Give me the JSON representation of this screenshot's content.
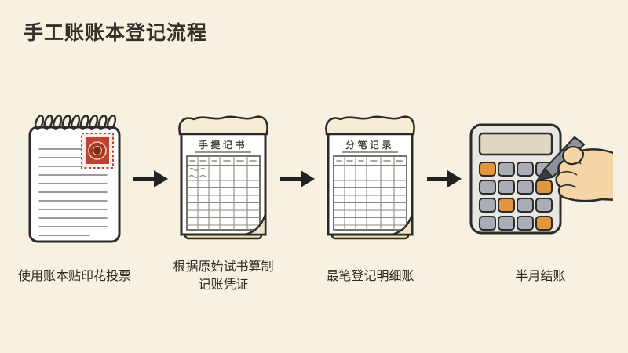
{
  "title": "手工账账本登记流程",
  "steps": [
    {
      "caption_lines": [
        "使用账本贴印花投票"
      ]
    },
    {
      "book_title": "手提记书",
      "caption_lines": [
        "根据原始试书算制",
        "记账凭证"
      ]
    },
    {
      "book_title": "分笔记录",
      "caption_lines": [
        "最笔登记明细账"
      ]
    },
    {
      "caption_lines": [
        "半月结账"
      ]
    }
  ],
  "colors": {
    "background": "#f7f1e1",
    "text": "#2e2a24",
    "outline": "#2b2b2b",
    "stamp-red": "#bf4136",
    "cream": "#f6ecd3",
    "page-yellow": "#f0dfae",
    "btn-orange": "#e2953f",
    "btn-gray": "#a9aeb6",
    "calc-body": "#e9e7e2",
    "calc-display": "#ddd8c3",
    "skin": "#f6d6a7",
    "pen-gray": "#8d939c"
  }
}
